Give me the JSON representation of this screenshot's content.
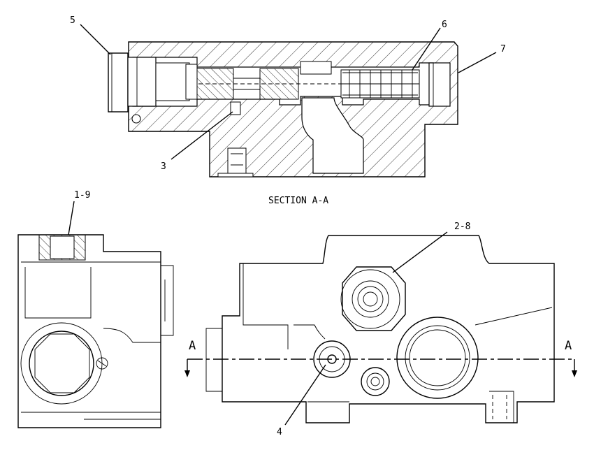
{
  "section_title": "SECTION A-A",
  "callouts": {
    "c5": "5",
    "c6": "6",
    "c7": "7",
    "c3": "3",
    "c19": "1-9",
    "c28": "2-8",
    "c4": "4",
    "a_left": "A",
    "a_right": "A"
  }
}
